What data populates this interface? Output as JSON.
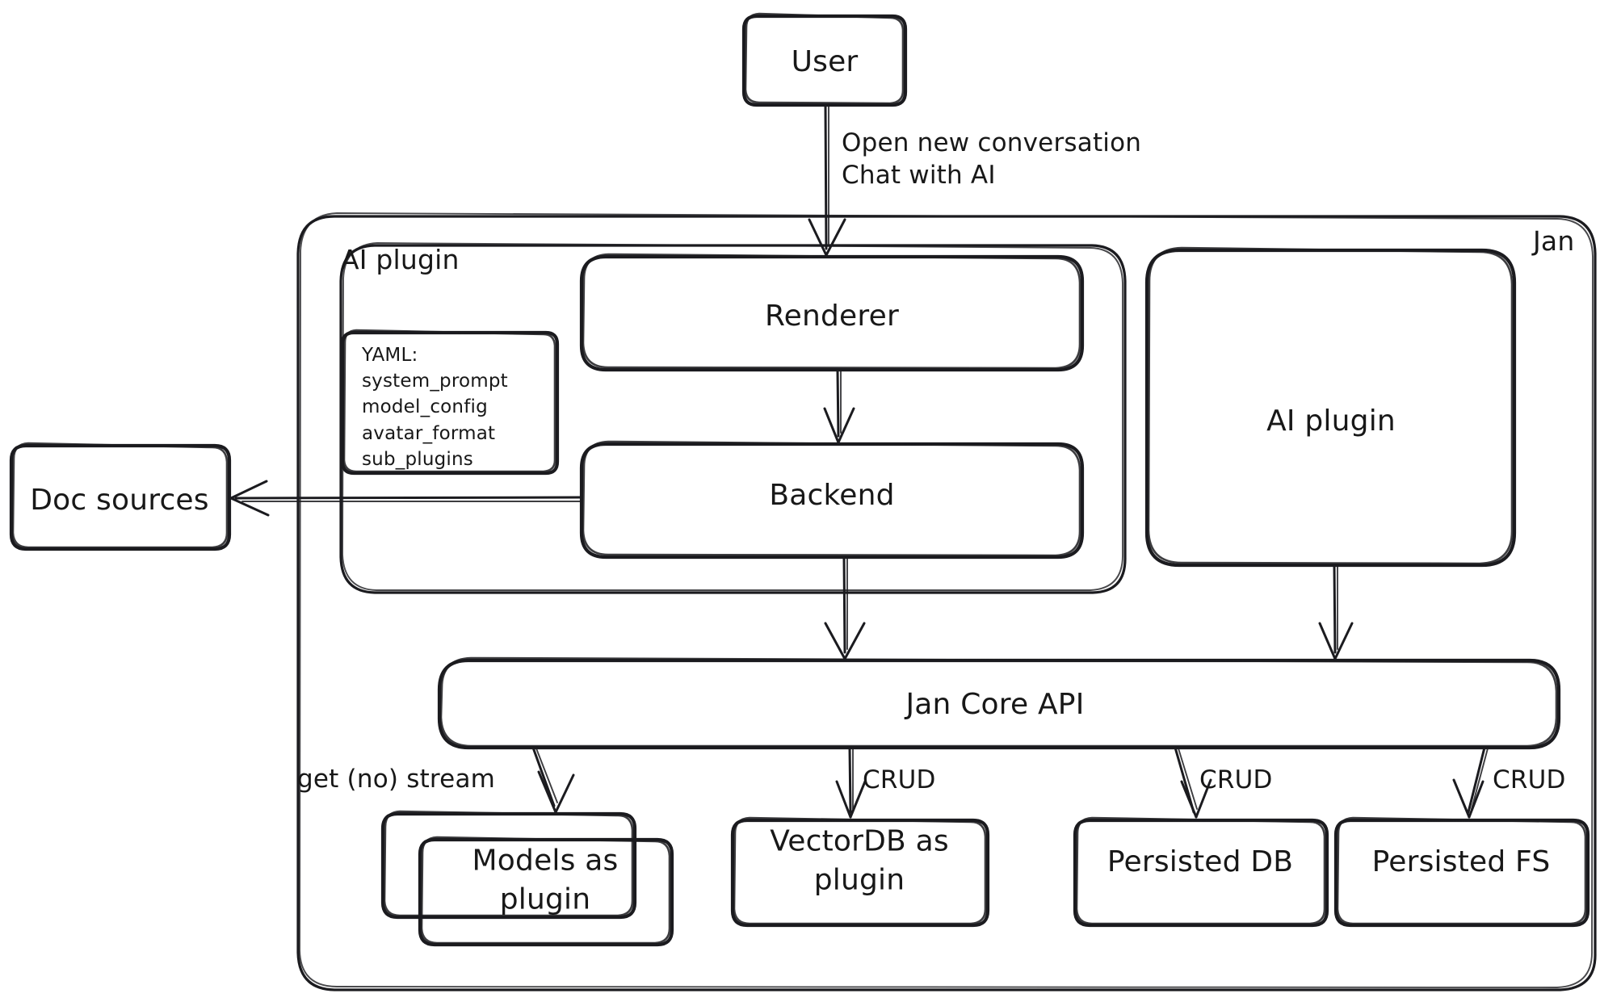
{
  "diagram": {
    "title": "Jan architecture diagram",
    "style": "hand-drawn-sketch",
    "stroke_color": "#1b1b1f",
    "background_color": "#ffffff",
    "containers": [
      {
        "id": "jan",
        "label": "Jan",
        "label_position": "top-right"
      },
      {
        "id": "ai-plugin-group",
        "label": "AI plugin",
        "label_position": "top-left"
      }
    ],
    "nodes": [
      {
        "id": "user",
        "label": "User"
      },
      {
        "id": "renderer",
        "label": "Renderer"
      },
      {
        "id": "backend",
        "label": "Backend"
      },
      {
        "id": "yaml",
        "label": "YAML:\nsystem_prompt\nmodel_config\navatar_format\nsub_plugins"
      },
      {
        "id": "ai-plugin",
        "label": "AI plugin"
      },
      {
        "id": "doc-sources",
        "label": "Doc sources"
      },
      {
        "id": "jan-core-api",
        "label": "Jan Core API"
      },
      {
        "id": "models-plugin",
        "label": "Models as\nplugin",
        "stacked": true
      },
      {
        "id": "vectordb-plugin",
        "label": "VectorDB as\nplugin"
      },
      {
        "id": "persisted-db",
        "label": "Persisted DB"
      },
      {
        "id": "persisted-fs",
        "label": "Persisted FS"
      }
    ],
    "edges": [
      {
        "from": "user",
        "to": "renderer",
        "label": "Open new conversation\nChat with AI"
      },
      {
        "from": "renderer",
        "to": "backend",
        "label": ""
      },
      {
        "from": "backend",
        "to": "doc-sources",
        "label": ""
      },
      {
        "from": "backend",
        "to": "jan-core-api",
        "label": ""
      },
      {
        "from": "ai-plugin",
        "to": "jan-core-api",
        "label": ""
      },
      {
        "from": "jan-core-api",
        "to": "models-plugin",
        "label": "get (no) stream"
      },
      {
        "from": "jan-core-api",
        "to": "vectordb-plugin",
        "label": "CRUD"
      },
      {
        "from": "jan-core-api",
        "to": "persisted-db",
        "label": "CRUD"
      },
      {
        "from": "jan-core-api",
        "to": "persisted-fs",
        "label": "CRUD"
      }
    ],
    "yaml_lines": [
      "YAML:",
      "system_prompt",
      "model_config",
      "avatar_format",
      "sub_plugins"
    ]
  }
}
